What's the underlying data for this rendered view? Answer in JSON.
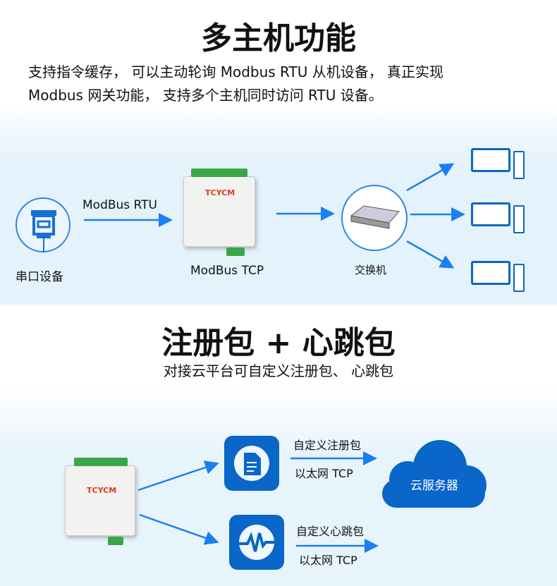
{
  "section1": {
    "title": "多主机功能",
    "description_lines": [
      "支持指令缓存， 可以主动轮询 Modbus RTU 从机设备， 真正实现",
      "Modbus 网关功能， 支持多个主机同时访问 RTU 设备。"
    ],
    "serial_device_label": "串口设备",
    "rtu_label": "ModBus RTU",
    "tcp_label": "ModBus TCP",
    "switch_label": "交换机",
    "device_logo": "TCYCM"
  },
  "section2": {
    "title": "注册包 + 心跳包",
    "subtitle": "对接云平台可自定义注册包、 心跳包",
    "register_label": "自定义注册包",
    "register_protocol": "以太网 TCP",
    "heartbeat_label": "自定义心跳包",
    "heartbeat_protocol": "以太网 TCP",
    "cloud_label": "云服务器",
    "device_logo": "TCYCM"
  },
  "colors": {
    "accent": "#1a7ff0",
    "icon_blue": "#0a66c8"
  }
}
